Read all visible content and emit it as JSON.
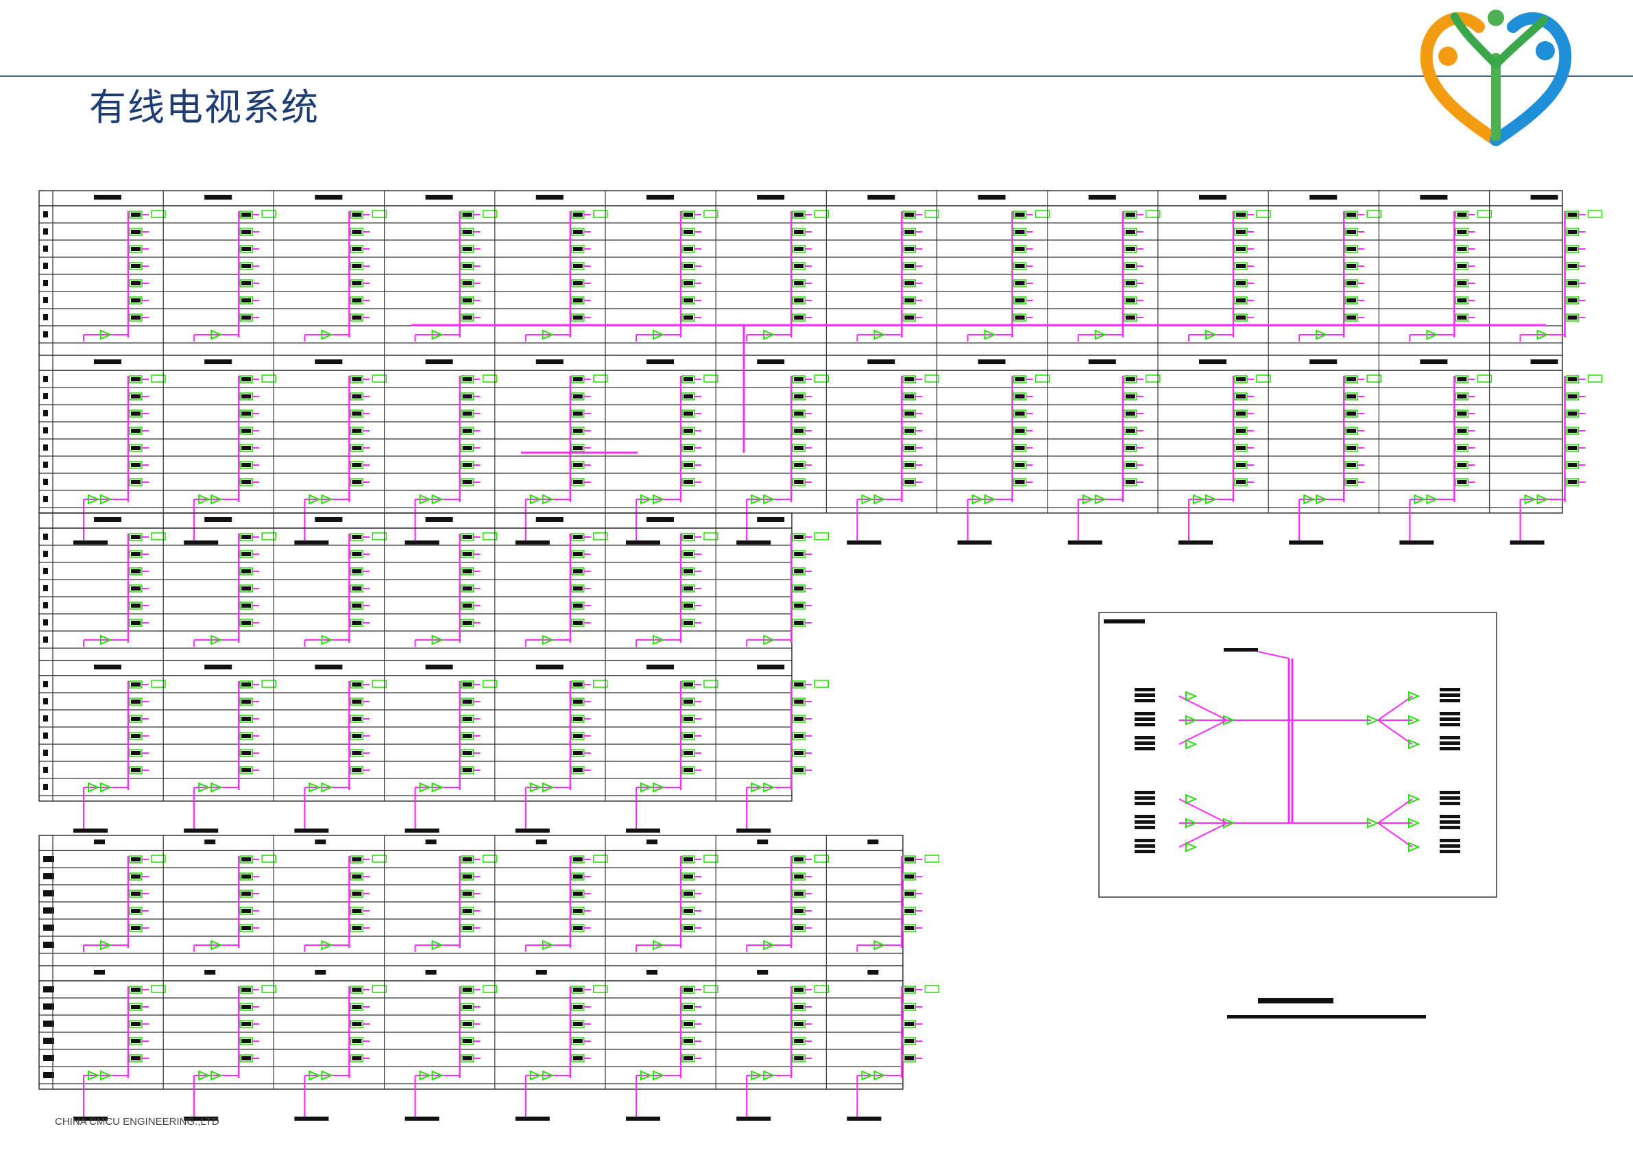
{
  "title": "有线电视系统",
  "footer": "CHINA CMCU ENGINEERING.,LTD",
  "colors": {
    "rule": "#41628e",
    "title": "#1f3d73",
    "cable": "#ff2bff",
    "device": "#22e000",
    "frame": "#333333",
    "label": "#111111"
  },
  "logo": {
    "icon": "heart-people-logo-icon"
  },
  "diagram": {
    "type": "cable-tv-riser-diagram",
    "blocks": [
      {
        "name": "block-1",
        "columns": 14,
        "tiers": 2
      },
      {
        "name": "block-2",
        "columns": 7,
        "tiers": 2
      },
      {
        "name": "block-3",
        "columns": 8,
        "tiers": 2
      }
    ],
    "distribution_panel": {
      "name": "distribution-panel"
    }
  }
}
